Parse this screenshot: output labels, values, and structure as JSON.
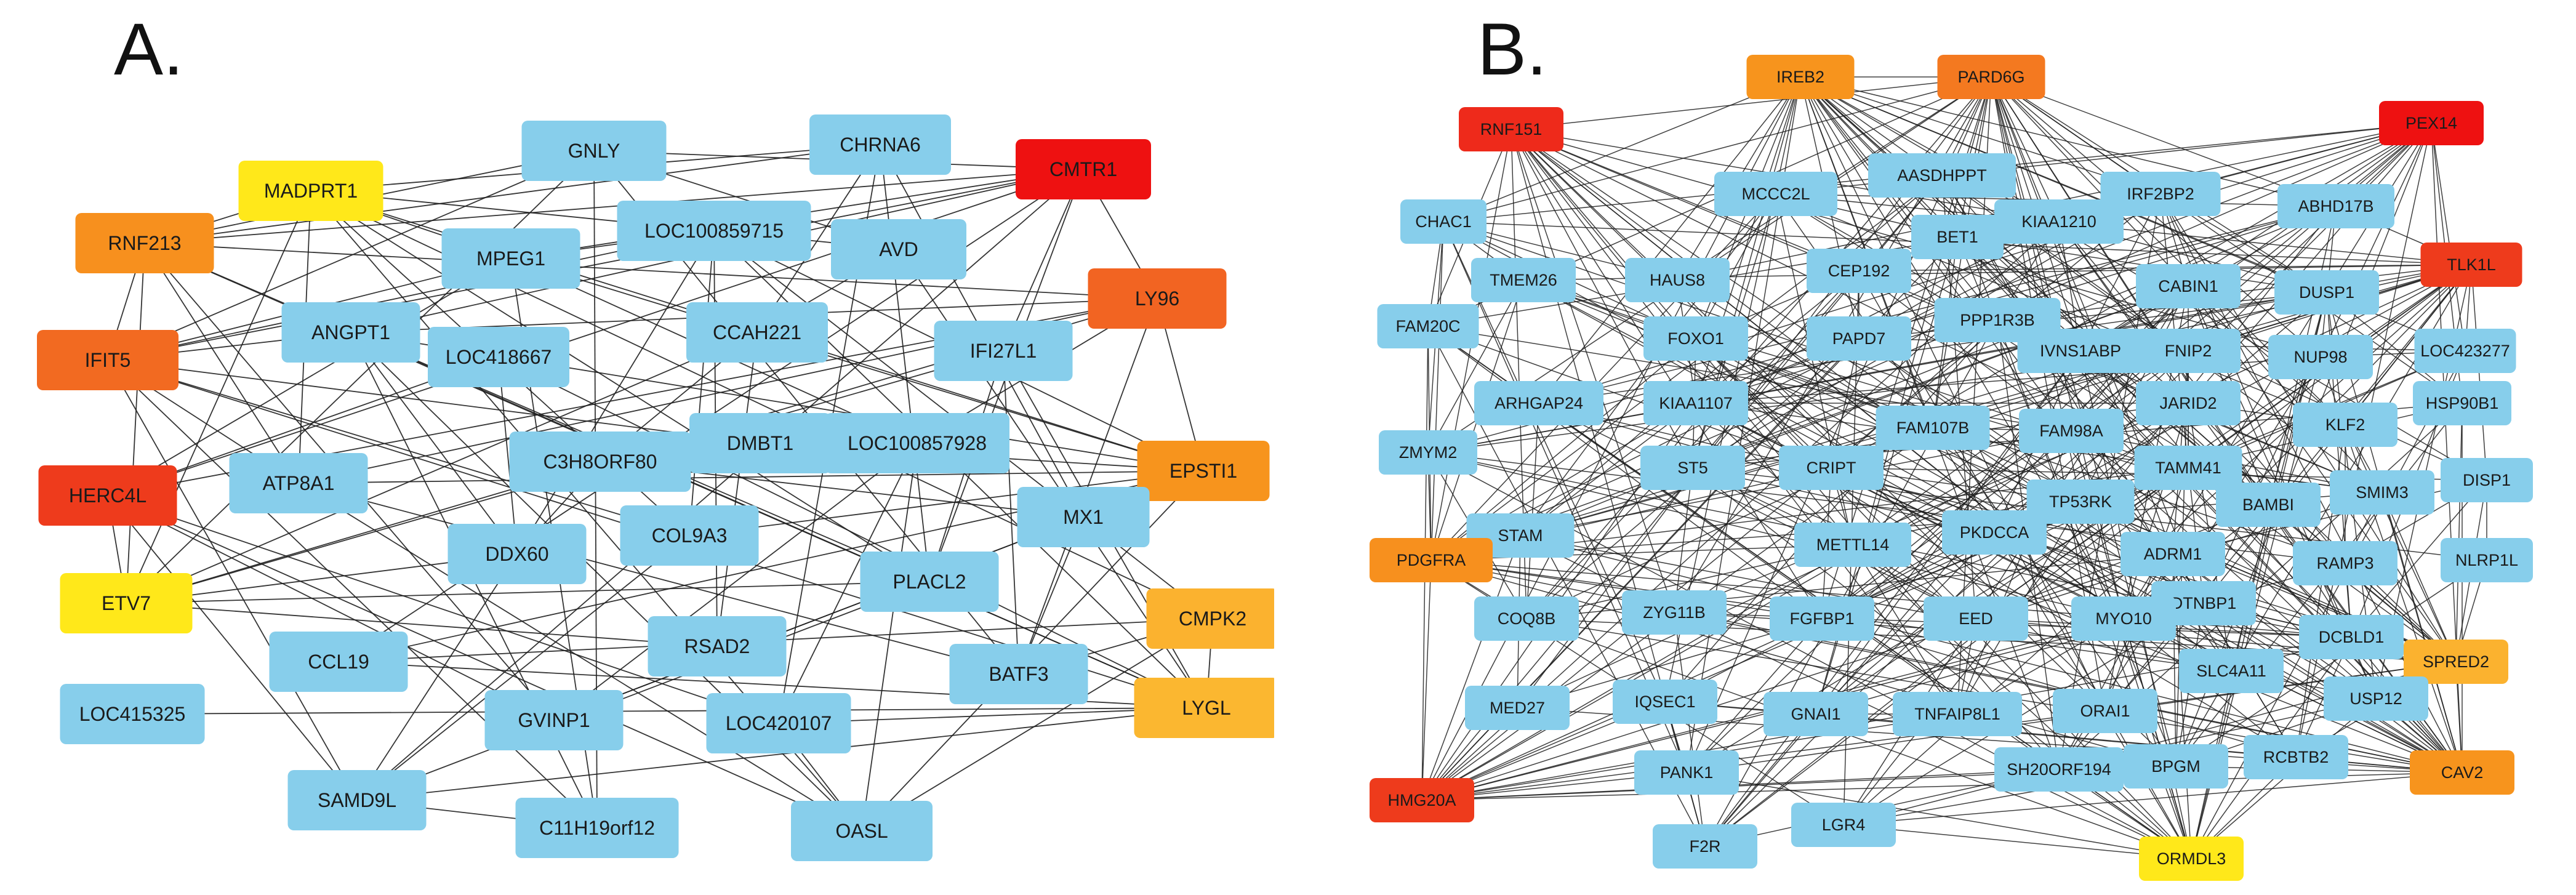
{
  "panels": [
    {
      "id": "a",
      "letter": "A.",
      "nodes": [
        {
          "label": "GNLY",
          "color": "#87CEEB"
        },
        {
          "label": "CHRNA6",
          "color": "#87CEEB"
        },
        {
          "label": "CMTR1",
          "color": "#EE1111"
        },
        {
          "label": "MADPRT1",
          "color": "#FFE81A"
        },
        {
          "label": "RNF213",
          "color": "#F7901E"
        },
        {
          "label": "LOC100859715",
          "color": "#87CEEB"
        },
        {
          "label": "MPEG1",
          "color": "#87CEEB"
        },
        {
          "label": "AVD",
          "color": "#87CEEB"
        },
        {
          "label": "LY96",
          "color": "#F26422"
        },
        {
          "label": "IFIT5",
          "color": "#F26A21"
        },
        {
          "label": "ANGPT1",
          "color": "#87CEEB"
        },
        {
          "label": "LOC418667",
          "color": "#87CEEB"
        },
        {
          "label": "CCAH221",
          "color": "#87CEEB"
        },
        {
          "label": "IFI27L1",
          "color": "#87CEEB"
        },
        {
          "label": "HERC4L",
          "color": "#EE3B1C"
        },
        {
          "label": "ATP8A1",
          "color": "#87CEEB"
        },
        {
          "label": "C3H8ORF80",
          "color": "#87CEEB"
        },
        {
          "label": "DMBT1",
          "color": "#87CEEB"
        },
        {
          "label": "LOC100857928",
          "color": "#87CEEB"
        },
        {
          "label": "EPSTI1",
          "color": "#F7941D"
        },
        {
          "label": "MX1",
          "color": "#87CEEB"
        },
        {
          "label": "DDX60",
          "color": "#87CEEB"
        },
        {
          "label": "COL9A3",
          "color": "#87CEEB"
        },
        {
          "label": "PLACL2",
          "color": "#87CEEB"
        },
        {
          "label": "ETV7",
          "color": "#FFE81A"
        },
        {
          "label": "CMPK2",
          "color": "#FBB22F"
        },
        {
          "label": "CCL19",
          "color": "#87CEEB"
        },
        {
          "label": "RSAD2",
          "color": "#87CEEB"
        },
        {
          "label": "BATF3",
          "color": "#87CEEB"
        },
        {
          "label": "LOC415325",
          "color": "#87CEEB"
        },
        {
          "label": "GVINP1",
          "color": "#87CEEB"
        },
        {
          "label": "LOC420107",
          "color": "#87CEEB"
        },
        {
          "label": "LYGL",
          "color": "#FBB730"
        },
        {
          "label": "SAMD9L",
          "color": "#87CEEB"
        },
        {
          "label": "C11H19orf12",
          "color": "#87CEEB"
        },
        {
          "label": "OASL",
          "color": "#87CEEB"
        }
      ]
    },
    {
      "id": "b",
      "letter": "B.",
      "nodes": [
        {
          "label": "IREB2",
          "color": "#F7941D"
        },
        {
          "label": "PARD6G",
          "color": "#F47920"
        },
        {
          "label": "RNF151",
          "color": "#EE2A1B"
        },
        {
          "label": "PEX14",
          "color": "#EE1111"
        },
        {
          "label": "AASDHPPT",
          "color": "#87CEEB"
        },
        {
          "label": "MCCC2L",
          "color": "#87CEEB"
        },
        {
          "label": "IRF2BP2",
          "color": "#87CEEB"
        },
        {
          "label": "BET1",
          "color": "#87CEEB"
        },
        {
          "label": "KIAA1210",
          "color": "#87CEEB"
        },
        {
          "label": "ABHD17B",
          "color": "#87CEEB"
        },
        {
          "label": "CHAC1",
          "color": "#87CEEB"
        },
        {
          "label": "CEP192",
          "color": "#87CEEB"
        },
        {
          "label": "TLK1L",
          "color": "#EE3B1C"
        },
        {
          "label": "TMEM26",
          "color": "#87CEEB"
        },
        {
          "label": "HAUS8",
          "color": "#87CEEB"
        },
        {
          "label": "CABIN1",
          "color": "#87CEEB"
        },
        {
          "label": "DUSP1",
          "color": "#87CEEB"
        },
        {
          "label": "PPP1R3B",
          "color": "#87CEEB"
        },
        {
          "label": "FAM20C",
          "color": "#87CEEB"
        },
        {
          "label": "FOXO1",
          "color": "#87CEEB"
        },
        {
          "label": "PAPD7",
          "color": "#87CEEB"
        },
        {
          "label": "IVNS1ABP",
          "color": "#87CEEB"
        },
        {
          "label": "FNIP2",
          "color": "#87CEEB"
        },
        {
          "label": "NUP98",
          "color": "#87CEEB"
        },
        {
          "label": "LOC423277",
          "color": "#87CEEB"
        },
        {
          "label": "ARHGAP24",
          "color": "#87CEEB"
        },
        {
          "label": "KIAA1107",
          "color": "#87CEEB"
        },
        {
          "label": "JARID2",
          "color": "#87CEEB"
        },
        {
          "label": "HSP90B1",
          "color": "#87CEEB"
        },
        {
          "label": "ZMYM2",
          "color": "#87CEEB"
        },
        {
          "label": "FAM107B",
          "color": "#87CEEB"
        },
        {
          "label": "FAM98A",
          "color": "#87CEEB"
        },
        {
          "label": "KLF2",
          "color": "#87CEEB"
        },
        {
          "label": "ST5",
          "color": "#87CEEB"
        },
        {
          "label": "CRIPT",
          "color": "#87CEEB"
        },
        {
          "label": "TAMM41",
          "color": "#87CEEB"
        },
        {
          "label": "DISP1",
          "color": "#87CEEB"
        },
        {
          "label": "TP53RK",
          "color": "#87CEEB"
        },
        {
          "label": "SMIM3",
          "color": "#87CEEB"
        },
        {
          "label": "BAMBI",
          "color": "#87CEEB"
        },
        {
          "label": "STAM",
          "color": "#87CEEB"
        },
        {
          "label": "METTL14",
          "color": "#87CEEB"
        },
        {
          "label": "PKDCCA",
          "color": "#87CEEB"
        },
        {
          "label": "ADRM1",
          "color": "#87CEEB"
        },
        {
          "label": "PDGFRA",
          "color": "#F7901E"
        },
        {
          "label": "NLRP1L",
          "color": "#87CEEB"
        },
        {
          "label": "RAMP3",
          "color": "#87CEEB"
        },
        {
          "label": "DTNBP1",
          "color": "#87CEEB"
        },
        {
          "label": "COQ8B",
          "color": "#87CEEB"
        },
        {
          "label": "ZYG11B",
          "color": "#87CEEB"
        },
        {
          "label": "FGFBP1",
          "color": "#87CEEB"
        },
        {
          "label": "EED",
          "color": "#87CEEB"
        },
        {
          "label": "MYO10",
          "color": "#87CEEB"
        },
        {
          "label": "DCBLD1",
          "color": "#87CEEB"
        },
        {
          "label": "SLC4A11",
          "color": "#87CEEB"
        },
        {
          "label": "SPRED2",
          "color": "#FBB22F"
        },
        {
          "label": "MED27",
          "color": "#87CEEB"
        },
        {
          "label": "IQSEC1",
          "color": "#87CEEB"
        },
        {
          "label": "GNAI1",
          "color": "#87CEEB"
        },
        {
          "label": "TNFAIP8L1",
          "color": "#87CEEB"
        },
        {
          "label": "ORAI1",
          "color": "#87CEEB"
        },
        {
          "label": "USP12",
          "color": "#87CEEB"
        },
        {
          "label": "PANK1",
          "color": "#87CEEB"
        },
        {
          "label": "SH20ORF194",
          "color": "#87CEEB"
        },
        {
          "label": "BPGM",
          "color": "#87CEEB"
        },
        {
          "label": "RCBTB2",
          "color": "#87CEEB"
        },
        {
          "label": "CAV2",
          "color": "#F7941D"
        },
        {
          "label": "HMG20A",
          "color": "#EE3B1C"
        },
        {
          "label": "F2R",
          "color": "#87CEEB"
        },
        {
          "label": "LGR4",
          "color": "#87CEEB"
        },
        {
          "label": "ORMDL3",
          "color": "#FFE81A"
        }
      ]
    }
  ]
}
